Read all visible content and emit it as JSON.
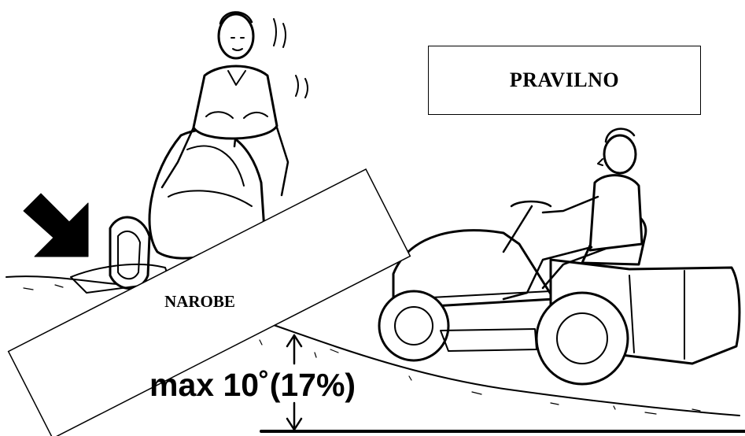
{
  "labels": {
    "correct": "PRAVILNO",
    "wrong": "NAROBE",
    "max_slope": "max 10˚(17%)"
  },
  "colors": {
    "ink": "#000000",
    "paper": "#ffffff"
  },
  "icons": {
    "warning_arrow": "arrow-down-right-icon",
    "level_arrows": "double-arrow-icon"
  }
}
